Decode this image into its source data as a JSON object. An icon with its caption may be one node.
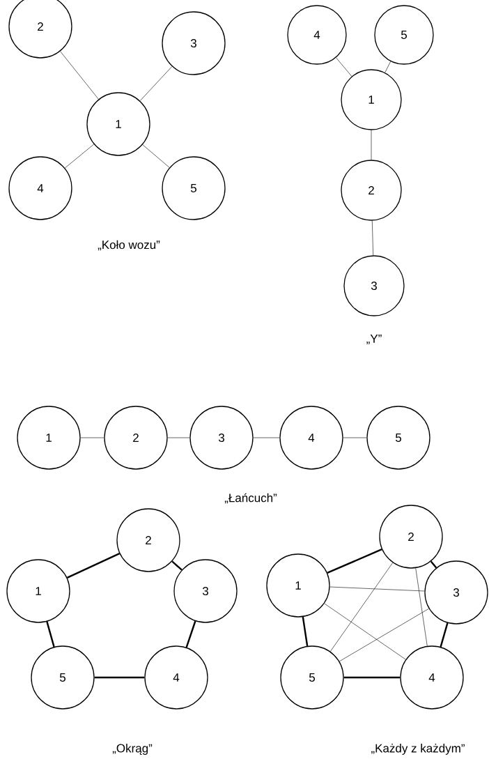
{
  "diagram": {
    "nodes": [
      {
        "text": [
          "1"
        ]
      },
      {
        "text": [
          "2"
        ]
      },
      {
        "text": [
          "3"
        ]
      },
      {
        "text": [
          "4"
        ]
      },
      {
        "text": [
          "5"
        ]
      },
      {
        "text": [
          "1"
        ]
      },
      {
        "text": [
          "2"
        ]
      },
      {
        "text": [
          "3"
        ]
      },
      {
        "text": [
          "4"
        ]
      },
      {
        "text": [
          "5"
        ]
      },
      {
        "text": [
          "1"
        ]
      },
      {
        "text": [
          "2"
        ]
      },
      {
        "text": [
          "3"
        ]
      },
      {
        "text": [
          "4"
        ]
      },
      {
        "text": [
          "5"
        ]
      },
      {
        "text": [
          "1"
        ]
      },
      {
        "text": [
          "2"
        ]
      },
      {
        "text": [
          "3"
        ]
      },
      {
        "text": [
          "4"
        ]
      },
      {
        "text": [
          "5"
        ]
      },
      {
        "text": [
          "1"
        ]
      },
      {
        "text": [
          "2"
        ]
      },
      {
        "text": [
          "3"
        ]
      },
      {
        "text": [
          "4"
        ]
      },
      {
        "text": [
          "5"
        ]
      }
    ],
    "edges": [
      {
        "from": 0,
        "to": 1,
        "arrow": "none"
      },
      {
        "from": 0,
        "to": 2,
        "arrow": "none"
      },
      {
        "from": 0,
        "to": 3,
        "arrow": "none"
      },
      {
        "from": 0,
        "to": 4,
        "arrow": "none"
      },
      {
        "from": 5,
        "to": 8,
        "arrow": "none"
      },
      {
        "from": 5,
        "to": 9,
        "arrow": "none"
      },
      {
        "from": 5,
        "to": 6,
        "arrow": "none"
      },
      {
        "from": 6,
        "to": 7,
        "arrow": "none"
      },
      {
        "from": 10,
        "to": 11,
        "arrow": "none"
      },
      {
        "from": 11,
        "to": 12,
        "arrow": "none"
      },
      {
        "from": 12,
        "to": 13,
        "arrow": "none"
      },
      {
        "from": 13,
        "to": 14,
        "arrow": "none"
      },
      {
        "from": 15,
        "to": 16,
        "arrow": "none",
        "style": "thick"
      },
      {
        "from": 16,
        "to": 17,
        "arrow": "none",
        "style": "thick"
      },
      {
        "from": 17,
        "to": 18,
        "arrow": "none",
        "style": "thick"
      },
      {
        "from": 18,
        "to": 19,
        "arrow": "none",
        "style": "thick"
      },
      {
        "from": 19,
        "to": 15,
        "arrow": "none",
        "style": "thick"
      },
      {
        "from": 20,
        "to": 21,
        "arrow": "none",
        "style": "thick"
      },
      {
        "from": 21,
        "to": 22,
        "arrow": "none",
        "style": "thick"
      },
      {
        "from": 22,
        "to": 23,
        "arrow": "none",
        "style": "thick"
      },
      {
        "from": 23,
        "to": 24,
        "arrow": "none",
        "style": "thick"
      },
      {
        "from": 24,
        "to": 20,
        "arrow": "none",
        "style": "thick"
      },
      {
        "from": 20,
        "to": 22,
        "arrow": "none"
      },
      {
        "from": 20,
        "to": 23,
        "arrow": "none"
      },
      {
        "from": 21,
        "to": 24,
        "arrow": "none"
      },
      {
        "from": 21,
        "to": 23,
        "arrow": "none"
      },
      {
        "from": 22,
        "to": 24,
        "arrow": "none"
      }
    ],
    "labels": [
      "„Koło wozu”",
      "„Y”",
      "„Łańcuch”",
      "„Okrąg”",
      "„Każdy z każdym”"
    ]
  }
}
